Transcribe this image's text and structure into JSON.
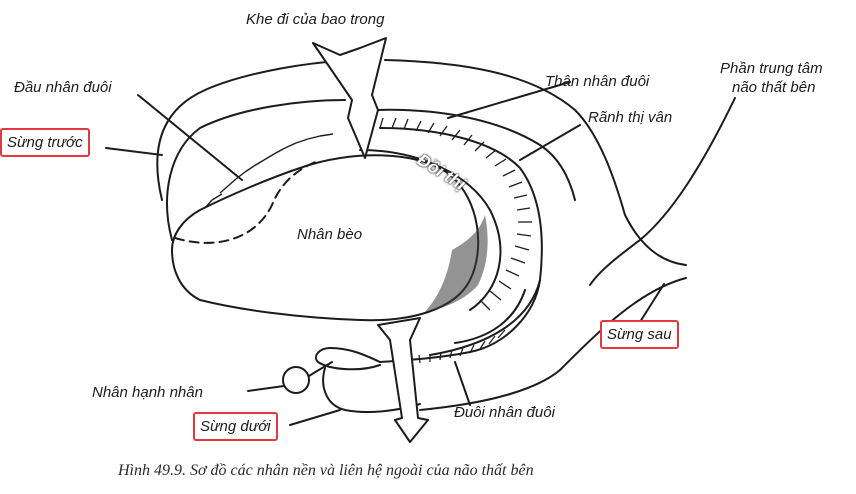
{
  "figure": {
    "labels": {
      "khe": "Khe đi của bao trong",
      "dau_nhan_duoi": "Đầu nhân đuôi",
      "than_nhan_duoi": "Thân nhân đuôi",
      "phan_trung_tam_1": "Phần trung tâm",
      "phan_trung_tam_2": "não thất bên",
      "ranh_thi_van": "Rãnh thị vân",
      "sung_truoc": "Sừng trước",
      "doi_thi": "Đồi thị",
      "nhan_beo": "Nhân bèo",
      "sung_sau": "Sừng sau",
      "nhan_hanh_nhan": "Nhân hạnh nhân",
      "duoi_nhan_duoi": "Đuôi nhân đuôi",
      "sung_duoi": "Sừng dưới"
    },
    "caption": "Hình 49.9. Sơ đồ các nhân nền và liên hệ ngoài của não thất bên",
    "colors": {
      "highlight": "#e0393e",
      "ink": "#1c1c1c"
    }
  }
}
